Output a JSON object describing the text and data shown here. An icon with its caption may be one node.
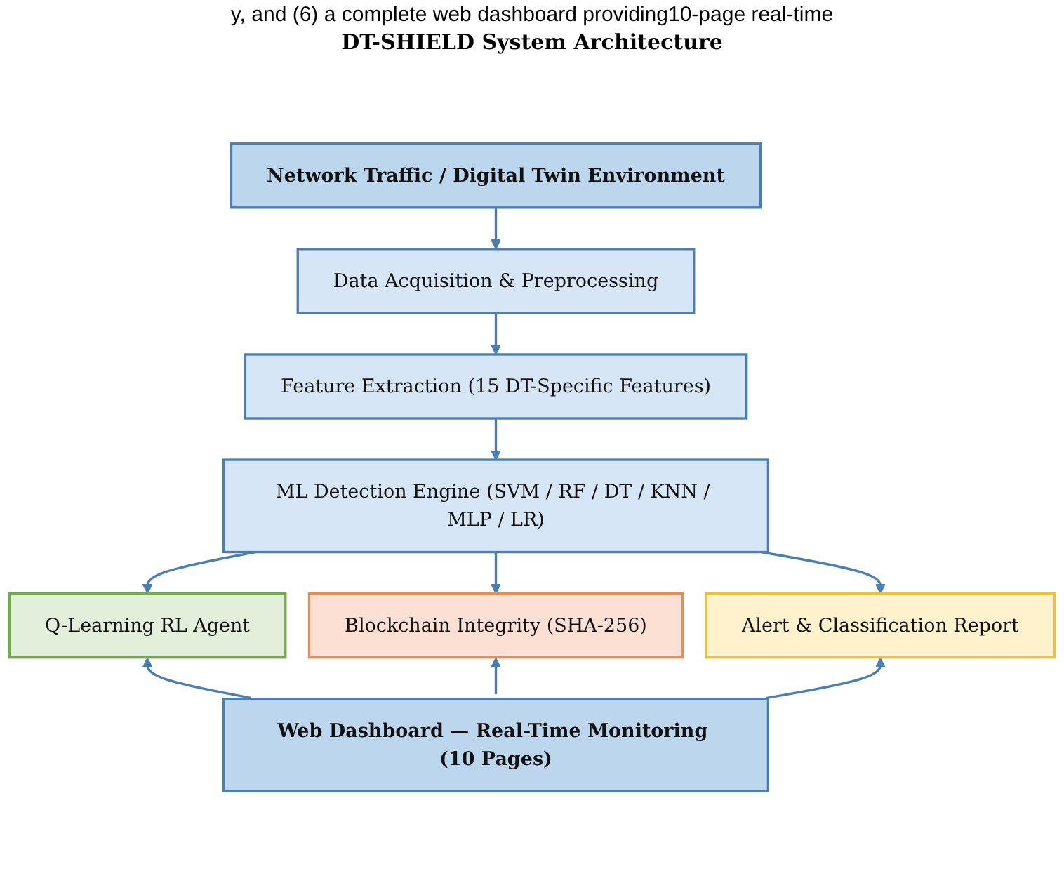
{
  "diagram": {
    "title": "DT-SHIELD System Architecture",
    "nodes": [
      {
        "text": [
          "Network Traffic / Digital Twin Environment"
        ]
      },
      {
        "text": [
          "Data Acquisition & Preprocessing"
        ]
      },
      {
        "text": [
          "Feature Extraction (15 DT-Specific Features)"
        ]
      },
      {
        "text": [
          "ML Detection Engine (SVM / RF / DT / KNN / MLP / LR)"
        ]
      },
      {
        "text": [
          "Q-Learning RL Agent"
        ]
      },
      {
        "text": [
          "Blockchain Integrity (SHA-256)"
        ]
      },
      {
        "text": [
          "Alert & Classification Report"
        ]
      },
      {
        "text": [
          "Web Dashboard — Real-Time Monitoring (10 Pages)"
        ]
      }
    ],
    "edges": [
      {
        "from": 0,
        "to": 1,
        "arrow": "to"
      },
      {
        "from": 1,
        "to": 2,
        "arrow": "to"
      },
      {
        "from": 2,
        "to": 3,
        "arrow": "to"
      },
      {
        "from": 3,
        "to": 4,
        "arrow": "to"
      },
      {
        "from": 3,
        "to": 5,
        "arrow": "to"
      },
      {
        "from": 3,
        "to": 6,
        "arrow": "to"
      },
      {
        "from": 7,
        "to": 4,
        "arrow": "to"
      },
      {
        "from": 7,
        "to": 5,
        "arrow": "to"
      },
      {
        "from": 7,
        "to": 6,
        "arrow": "to"
      }
    ],
    "labels": [
      "y, and (6) a complete web dashboard providing10-page real-time"
    ]
  }
}
